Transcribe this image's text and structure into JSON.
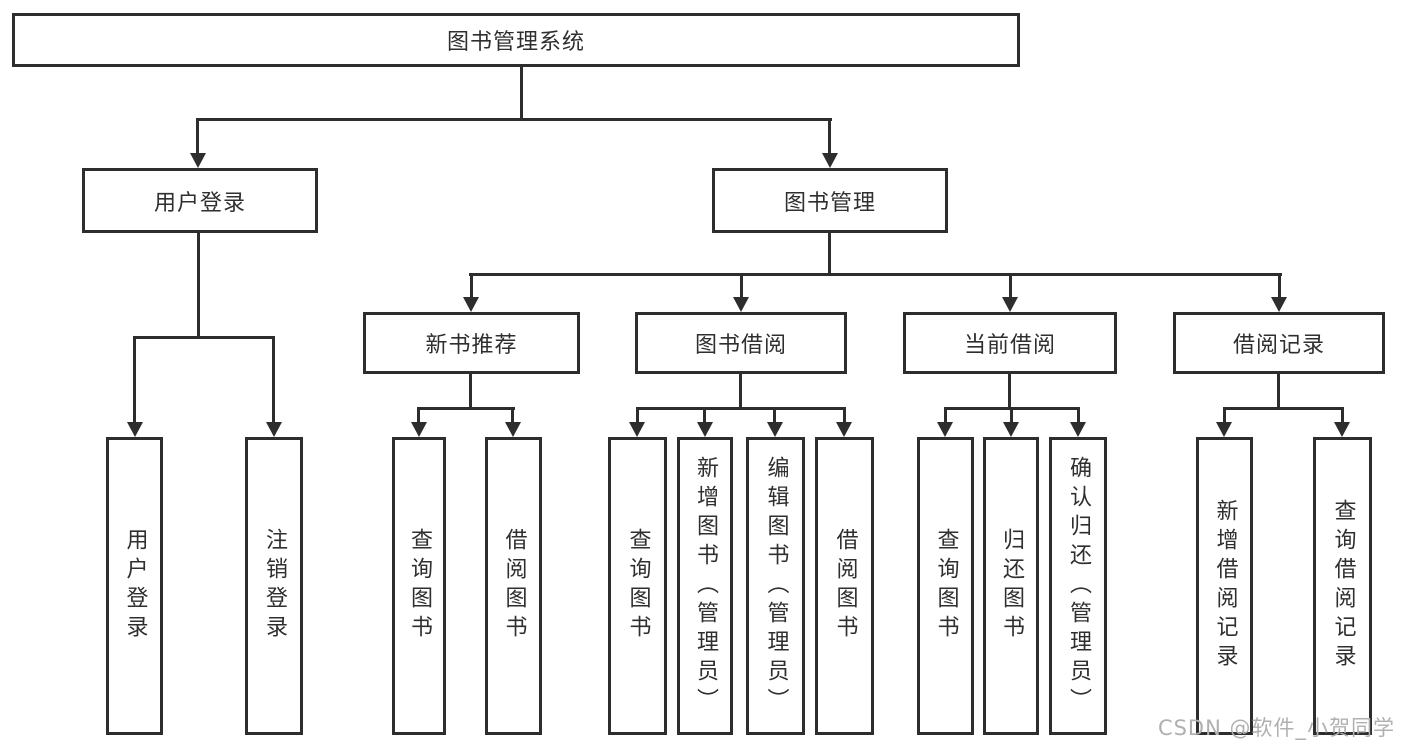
{
  "diagram_type": "tree-diagram",
  "colors": {
    "line": "#2d2d2d",
    "box_border": "#2d2d2d",
    "text": "#2f2f2f",
    "background": "#ffffff",
    "watermark": "#b0b0b0"
  },
  "tree": {
    "root": "图书管理系统",
    "children": [
      {
        "label": "用户登录",
        "children": [
          "用户登录",
          "注销登录"
        ]
      },
      {
        "label": "图书管理",
        "children": [
          {
            "label": "新书推荐",
            "children": [
              "查询图书",
              "借阅图书"
            ]
          },
          {
            "label": "图书借阅",
            "children": [
              "查询图书",
              "新增图书（管理员）",
              "编辑图书（管理员）",
              "借阅图书"
            ]
          },
          {
            "label": "当前借阅",
            "children": [
              "查询图书",
              "归还图书",
              "确认归还（管理员）"
            ]
          },
          {
            "label": "借阅记录",
            "children": [
              "新增借阅记录",
              "查询借阅记录"
            ]
          }
        ]
      }
    ]
  },
  "watermark": "CSDN @软件_小贺同学"
}
